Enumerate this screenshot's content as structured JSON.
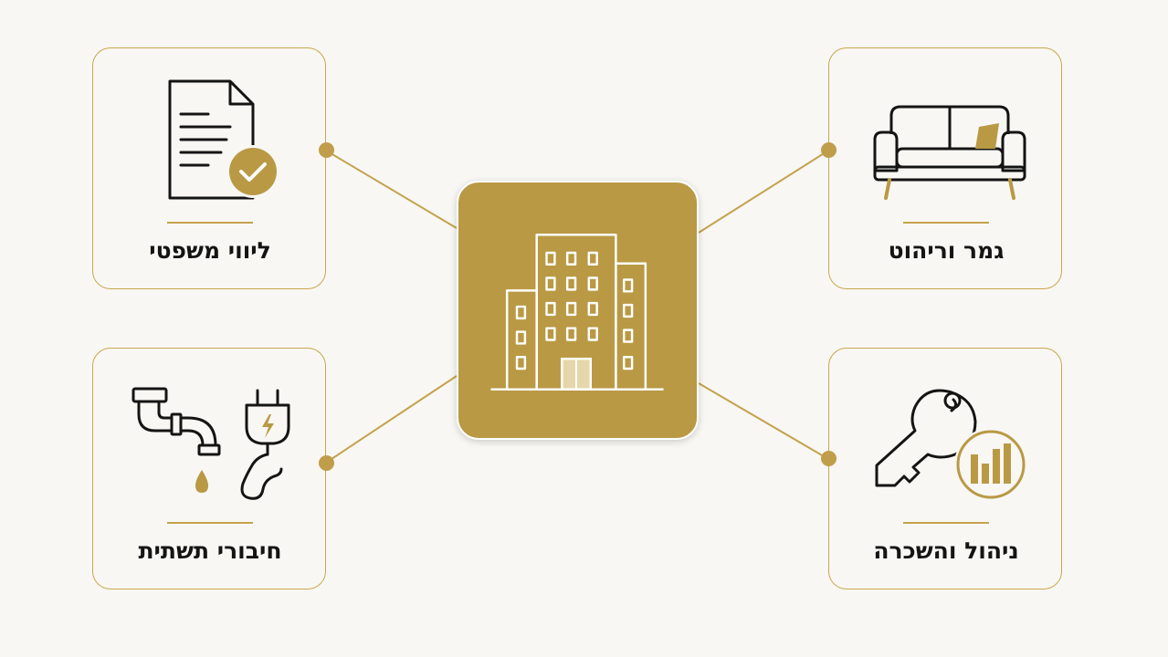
{
  "center": {
    "icon": "office-building-icon"
  },
  "cards": {
    "legal": {
      "label": "ליווי משפטי",
      "icon": "document-check-icon"
    },
    "infrastructure": {
      "label": "חיבורי תשתית",
      "icons": [
        "water-pipe-icon",
        "power-plug-icon"
      ]
    },
    "finishing": {
      "label": "גמר וריהוט",
      "icon": "sofa-icon"
    },
    "management": {
      "label": "ניהול והשכרה",
      "icons": [
        "key-icon",
        "bar-chart-icon"
      ]
    }
  },
  "colors": {
    "background": "#f8f7f3",
    "accent_gold": "#b99944",
    "card_border": "#c9a750",
    "line_gold": "#c4a24d",
    "text": "#141414"
  }
}
